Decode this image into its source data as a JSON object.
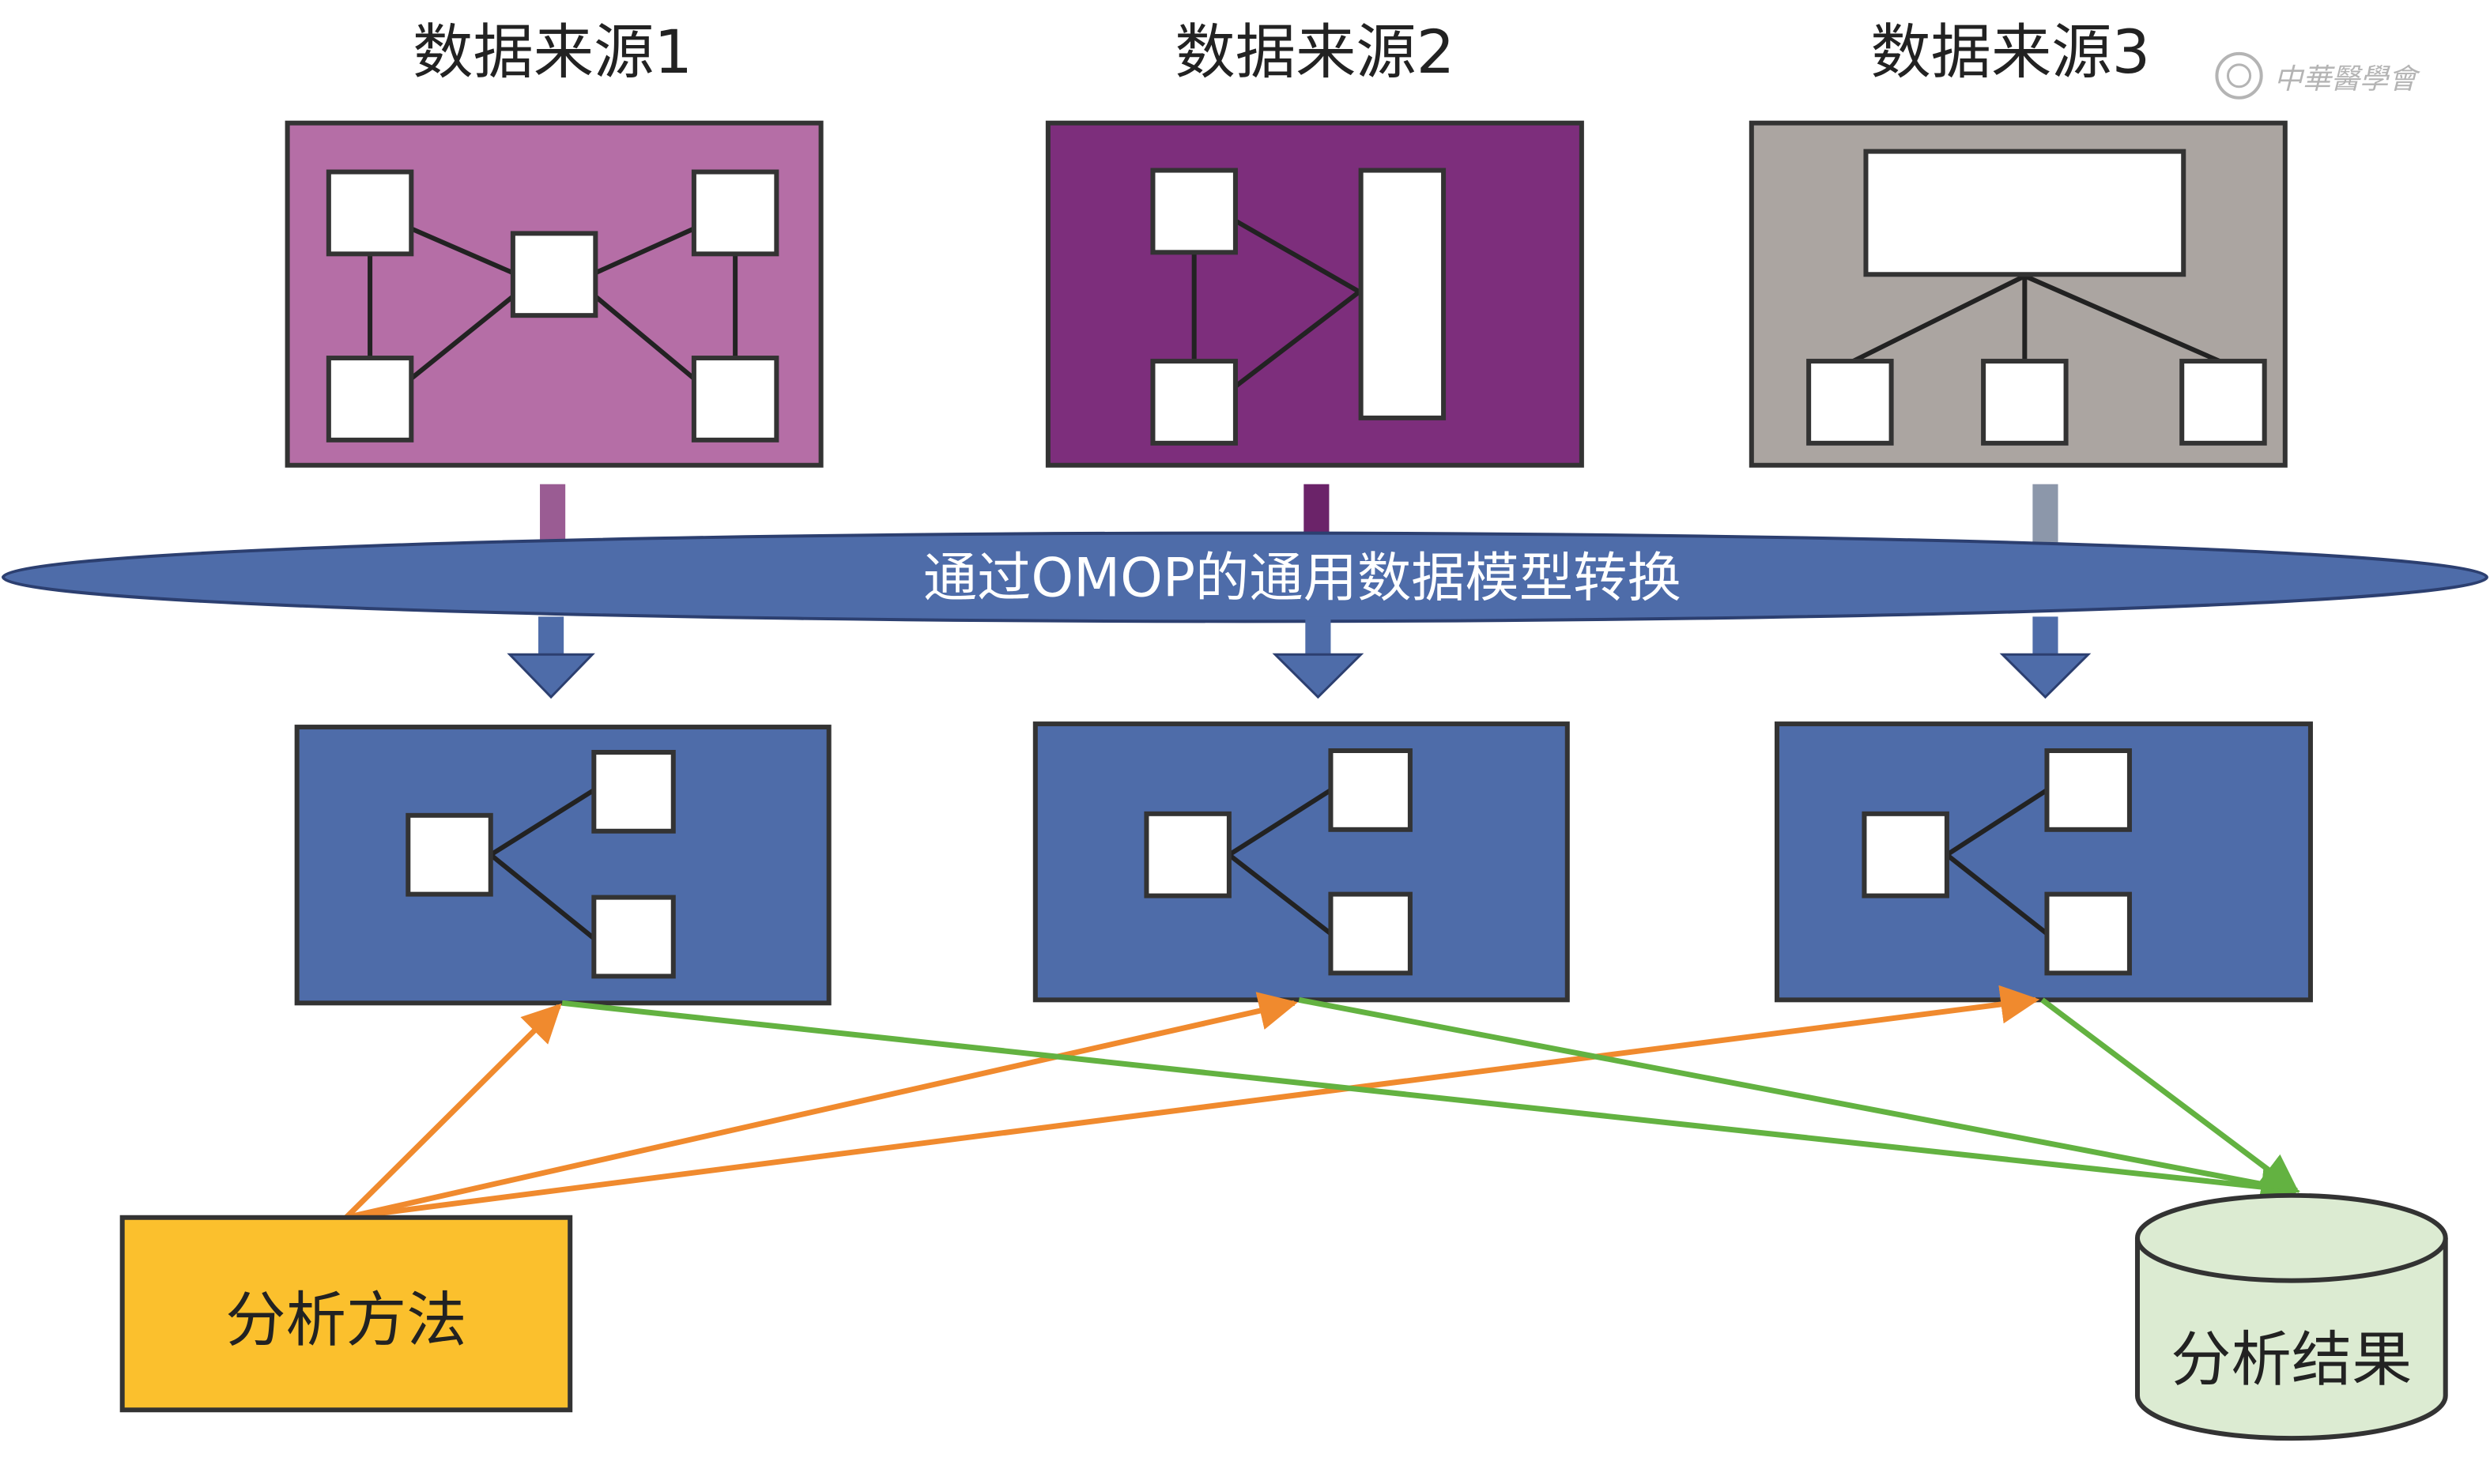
{
  "sources": [
    {
      "title": "数据来源1",
      "color": "#B56EA6"
    },
    {
      "title": "数据来源2",
      "color": "#7D2E7C"
    },
    {
      "title": "数据来源3",
      "color": "#ABA5A1"
    }
  ],
  "transform_label": "通过OMOP的通用数据模型转换",
  "method_label": "分析方法",
  "result_label": "分析结果",
  "watermark": "中华医学会",
  "colors": {
    "ellipse": "#4E6CA9",
    "cdm_box": "#4E6CA9",
    "method_box": "#FBC02D",
    "result_db": "#DCEBD2",
    "orange_arrow": "#F08A2E",
    "green_arrow": "#63B241",
    "node_fill": "#FFFFFF",
    "stroke": "#333333"
  }
}
